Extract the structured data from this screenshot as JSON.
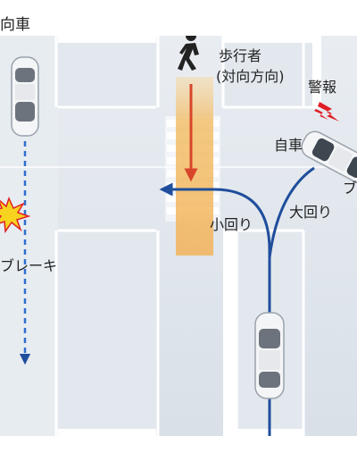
{
  "labels": {
    "oncoming_car": "向車",
    "pedestrian_line1": "歩行者",
    "pedestrian_line2": "(対向方向)",
    "warning": "警報",
    "own_car": "自車",
    "brake_right": "ブ",
    "small_turn": "小回り",
    "large_turn": "大回り",
    "brake_left": "ブレーキ"
  },
  "colors": {
    "road": "#dfe5ec",
    "road_light": "#edf1f5",
    "lane_marking": "#ffffff",
    "crosswalk_band": "#f2be6a",
    "arrow_blue": "#1f4e9c",
    "arrow_red": "#d8462a",
    "warning_red": "#e01e24",
    "impact_yellow": "#f7d21e"
  },
  "icons": [
    "pedestrian-icon",
    "warning-bolt-icon",
    "impact-burst-icon",
    "car-icon"
  ]
}
